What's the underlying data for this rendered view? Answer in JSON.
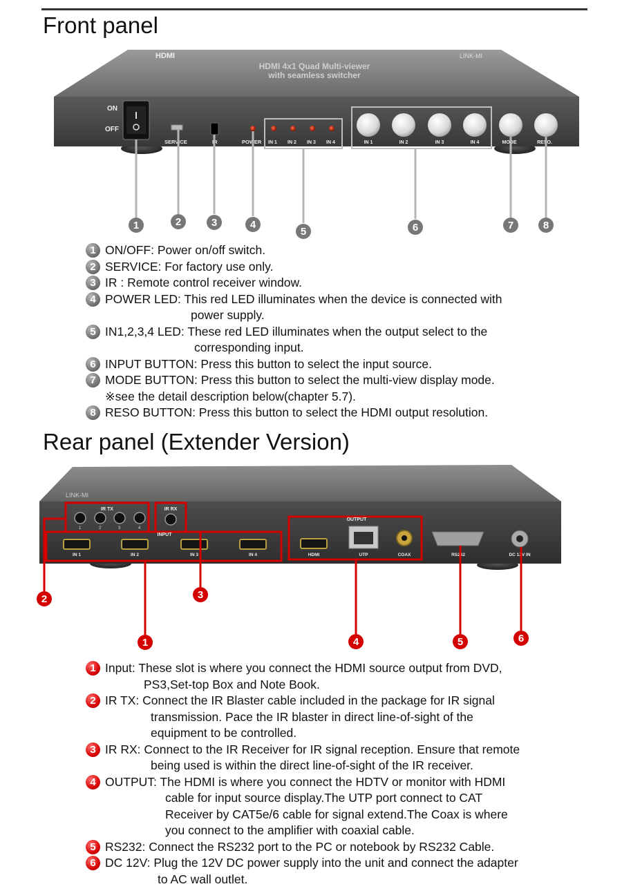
{
  "front": {
    "title": "Front panel",
    "device": {
      "brand": "HDMI",
      "maker": "LINK-MI",
      "model_line1": "HDMI 4x1 Quad Multi-viewer",
      "model_line2": "with seamless switcher",
      "switch_on": "ON",
      "switch_off": "OFF",
      "labels": [
        "SERVICE",
        "IR",
        "POWER",
        "IN 1",
        "IN 2",
        "IN 3",
        "IN 4"
      ],
      "button_labels": [
        "IN 1",
        "IN 2",
        "IN 3",
        "IN 4",
        "MODE",
        "RESO."
      ]
    },
    "callouts": [
      "1",
      "2",
      "3",
      "4",
      "5",
      "6",
      "7",
      "8"
    ],
    "items": [
      {
        "num": "1",
        "text": "ON/OFF: Power on/off switch."
      },
      {
        "num": "2",
        "text": "SERVICE: For factory use only."
      },
      {
        "num": "3",
        "text": "IR : Remote control receiver window."
      },
      {
        "num": "4",
        "text": "POWER LED: This red LED illuminates when the device is connected with",
        "cont": "power supply."
      },
      {
        "num": "5",
        "text": "IN1,2,3,4 LED: These red LED illuminates when the output select to the",
        "cont": "corresponding input."
      },
      {
        "num": "6",
        "text": "INPUT BUTTON: Press this button to select the input source."
      },
      {
        "num": "7",
        "text": "MODE BUTTON: Press this button to select the multi-view display mode.",
        "note": "※see the detail description below(chapter 5.7)."
      },
      {
        "num": "8",
        "text": "RESO BUTTON: Press this button to select the HDMI output resolution."
      }
    ]
  },
  "rear": {
    "title": "Rear panel (Extender Version)",
    "device": {
      "group_irtx": "IR TX",
      "group_irrx": "IR RX",
      "group_input": "INPUT",
      "group_output": "OUTPUT",
      "ir_numbers": [
        "1",
        "2",
        "3",
        "4"
      ],
      "input_labels": [
        "IN 1",
        "IN 2",
        "IN 3",
        "IN 4"
      ],
      "output_labels": [
        "HDMI",
        "UTP",
        "COAX"
      ],
      "rs232": "RS232",
      "dc": "DC 12V IN",
      "maker": "LINK-MI"
    },
    "callouts": [
      "1",
      "2",
      "3",
      "4",
      "5",
      "6"
    ],
    "items": [
      {
        "num": "1",
        "text": "Input:  These slot is where you connect the HDMI source output from DVD,",
        "cont": "PS3,Set-top Box and Note Book."
      },
      {
        "num": "2",
        "text": "IR TX: Connect the IR Blaster cable included in the package for IR signal",
        "cont": "transmission. Pace the IR blaster in direct line-of-sight of the",
        "cont2": "equipment to be controlled."
      },
      {
        "num": "3",
        "text": "IR RX: Connect to the IR Receiver for IR signal reception. Ensure that remote",
        "cont": "being used is within the direct line-of-sight of the IR receiver."
      },
      {
        "num": "4",
        "text": "OUTPUT: The HDMI is where you connect the HDTV or monitor with HDMI",
        "cont": "cable for input source display.The UTP port connect to CAT",
        "cont2": "Receiver by CAT5e/6 cable for signal extend.The Coax is where",
        "cont3": "you connect to the amplifier with coaxial cable."
      },
      {
        "num": "5",
        "text": "RS232: Connect the RS232 port to the PC or notebook by RS232 Cable."
      },
      {
        "num": "6",
        "text": "DC 12V: Plug the 12V DC power supply into the unit and connect the adapter",
        "cont": "to AC wall outlet."
      }
    ]
  }
}
